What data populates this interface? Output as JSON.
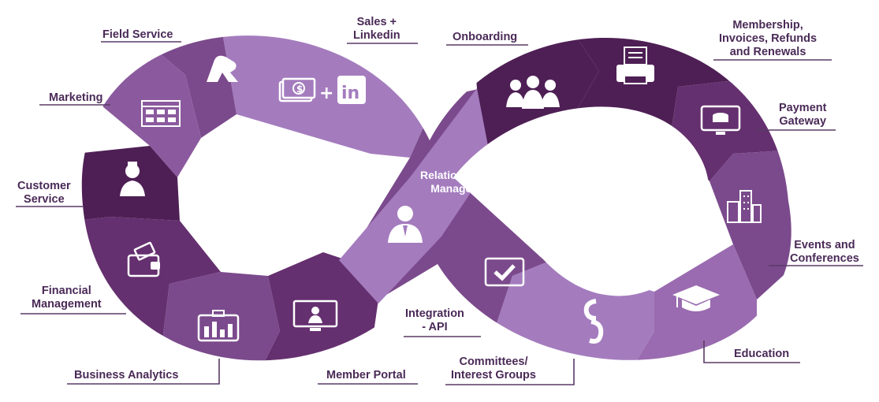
{
  "center": {
    "line1": "Relationship",
    "line2": "Manager"
  },
  "labels": {
    "field_service": "Field Service",
    "sales_linkedin": {
      "line1": "Sales +",
      "line2": "Linkedin"
    },
    "marketing": "Marketing",
    "customer_service": {
      "line1": "Customer",
      "line2": "Service"
    },
    "financial_management": {
      "line1": "Financial",
      "line2": "Management"
    },
    "business_analytics": "Business Analytics",
    "member_portal": "Member Portal",
    "integration_api": {
      "line1": "Integration",
      "line2": "- API"
    },
    "committees": {
      "line1": "Committees/",
      "line2": "Interest Groups"
    },
    "education": "Education",
    "events": {
      "line1": "Events and",
      "line2": "Conferences"
    },
    "payment_gateway": {
      "line1": "Payment",
      "line2": "Gateway"
    },
    "membership": {
      "line1": "Membership,",
      "line2": "Invoices, Refunds",
      "line3": "and Renewals"
    },
    "onboarding": "Onboarding"
  },
  "icons": {
    "field_service": "field-service-icon",
    "sales_linkedin": "money-plus-linkedin-icon",
    "marketing": "browser-window-icon",
    "customer_service": "female-agent-icon",
    "financial_management": "wallet-icon",
    "business_analytics": "bar-chart-briefcase-icon",
    "member_portal": "monitor-user-icon",
    "integration_api": "checkbox-monitor-icon",
    "committees": "chain-link-icon",
    "education": "graduation-cap-icon",
    "events": "city-buildings-icon",
    "payment_gateway": "monitor-coins-icon",
    "membership": "printer-invoice-icon",
    "onboarding": "team-people-icon",
    "relationship_manager": "manager-icon"
  },
  "colors": {
    "dark": "#4e1f55",
    "mid_dark": "#65306f",
    "mid": "#7b4a8c",
    "light": "#9a6bb0",
    "lighter": "#a47cbe",
    "label_text": "#4a2a57",
    "leader_line": "#5a3a66"
  }
}
